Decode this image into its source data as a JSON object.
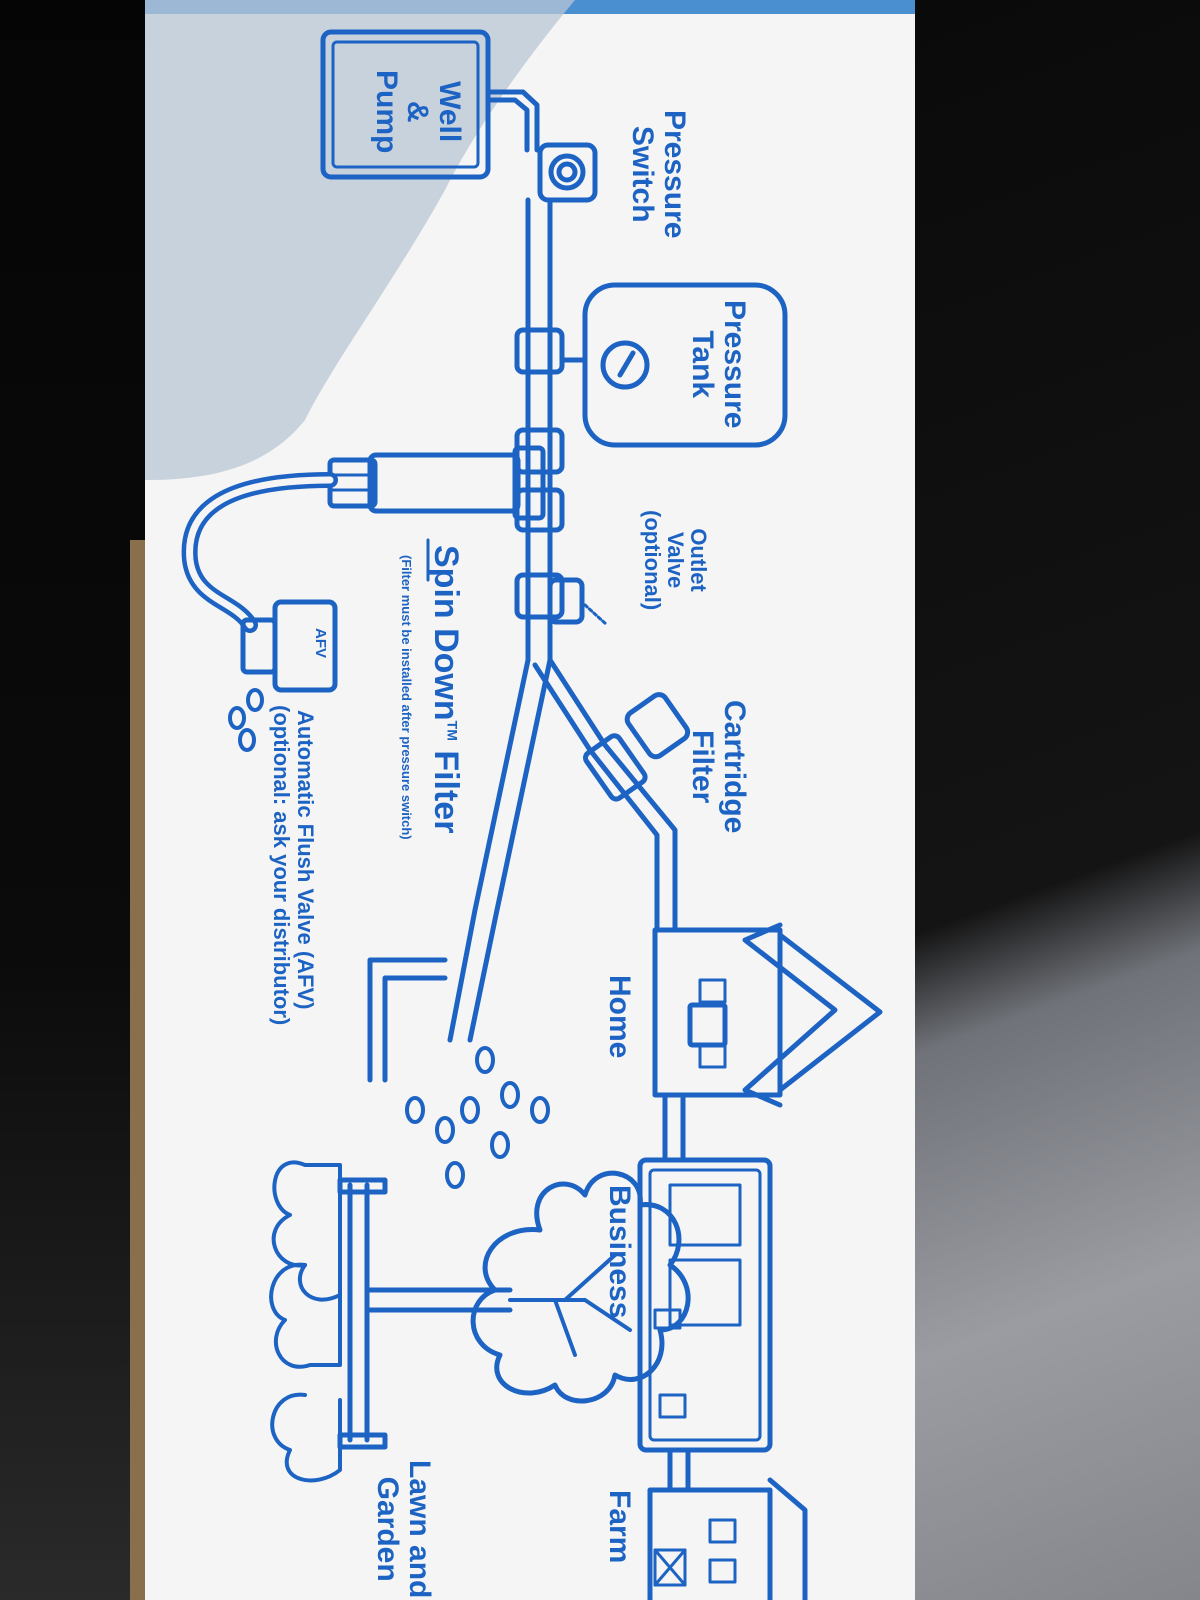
{
  "labels": {
    "well_pump": [
      "Well",
      "&",
      "Pump"
    ],
    "pressure_switch": [
      "Pressure",
      "Switch"
    ],
    "pressure_tank": [
      "Pressure",
      "Tank"
    ],
    "outlet_valve": [
      "Outlet",
      "Valve",
      "(optional)"
    ],
    "cartridge_filter": [
      "Cartridge",
      "Filter"
    ],
    "spin_down": "Spin Down",
    "spin_down_tm": "TM",
    "spin_down_filter": " Filter",
    "spin_down_note": "(Filter must be installed after pressure switch)",
    "afv_box": "AFV",
    "afv_title": "Automatic Flush Valve (AFV)",
    "afv_note": "(optional: ask your distributor)",
    "home": "Home",
    "business": "Business",
    "farm": "Farm",
    "lawn_garden": [
      "Lawn and",
      "Garden"
    ]
  },
  "colors": {
    "ink": "#1d63c4",
    "box": "#f4f5f4",
    "shadow": "#b9c6d6"
  }
}
